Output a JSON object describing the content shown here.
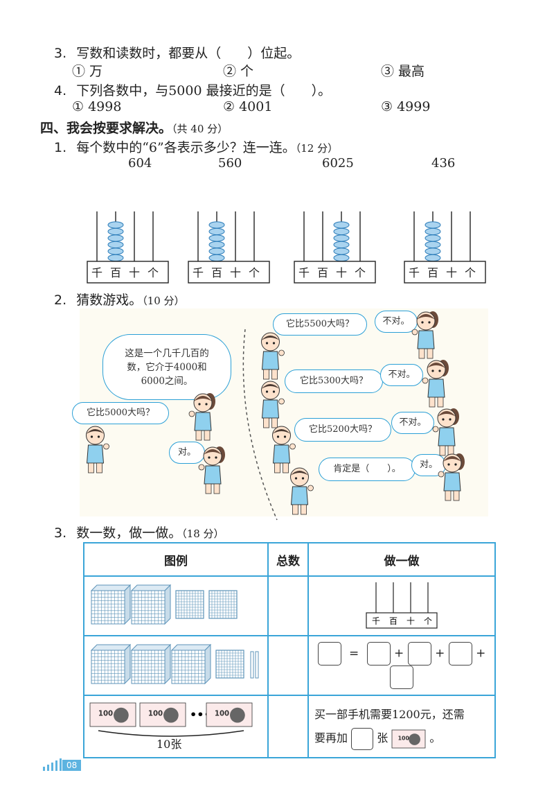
{
  "q3": {
    "number": "3.",
    "text": "写数和读数时，都要从（　　）位起。",
    "options": [
      "① 万",
      "② 个",
      "③ 最高"
    ]
  },
  "q4": {
    "number": "4.",
    "text": "下列各数中，与5000 最接近的是（　　）。",
    "options": [
      "① 4998",
      "② 4001",
      "③ 4999"
    ]
  },
  "section4": {
    "title": "四、我会按要求解决。",
    "points": "（共 40 分）"
  },
  "p1": {
    "number": "1.",
    "text": "每个数中的“6”各表示多少？连一连。",
    "points": "（12 分）",
    "numbers": [
      "604",
      "560",
      "6025",
      "436"
    ],
    "place_labels": [
      "千",
      "百",
      "十",
      "个"
    ],
    "abacus_beads": [
      [
        0,
        6,
        0,
        0
      ],
      [
        0,
        6,
        0,
        0
      ],
      [
        0,
        0,
        6,
        0
      ],
      [
        0,
        6,
        0,
        0
      ]
    ]
  },
  "p2": {
    "number": "2.",
    "text": "猜数游戏。",
    "points": "（10 分）",
    "bubbles": {
      "intro": "这是一个几千几百的数，它介于4000和6000之间。",
      "q_5000": "它比5000大吗？",
      "a_yes": "对。",
      "q_5500": "它比5500大吗？",
      "a_no1": "不对。",
      "q_5300": "它比5300大吗？",
      "a_no2": "不对。",
      "q_5200": "它比5200大吗？",
      "a_no3": "不对。",
      "final": "肯定是（　　）。",
      "a_yes2": "对。"
    }
  },
  "p3": {
    "number": "3.",
    "text": "数一数，做一做。",
    "points": "（18 分）",
    "headers": [
      "图例",
      "总数",
      "做一做"
    ],
    "row1_labels": [
      "千",
      "百",
      "十",
      "个"
    ],
    "row2_ops": [
      "=",
      "+",
      "+",
      "+"
    ],
    "row3_count": "10张",
    "row3_text1": "买一部手机需要1200元，还需",
    "row3_text2_a": "要再加",
    "row3_text2_b": "张",
    "row3_text2_c": "。",
    "bill_value": "100"
  },
  "page_number": "08",
  "colors": {
    "accent": "#3aa5d8",
    "bead": "#a9d3ef",
    "bead_stroke": "#2a7bb8",
    "block": "#5c93b8"
  }
}
